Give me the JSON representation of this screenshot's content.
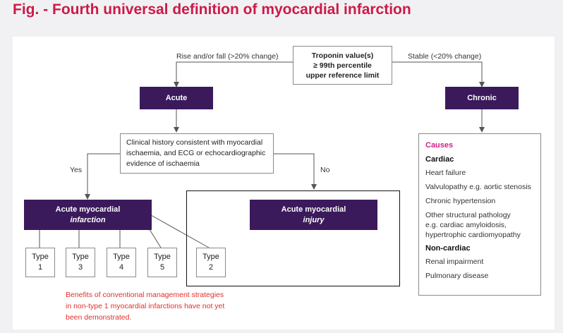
{
  "figure_title": "Fig. - Fourth universal definition of myocardial infarction",
  "troponin": {
    "line1": "Troponin value(s)",
    "line2": "≥ 99th percentile",
    "line3": "upper reference limit"
  },
  "branch_labels": {
    "rise_fall": "Rise and/or fall (>20% change)",
    "stable": "Stable (<20% change)",
    "yes": "Yes",
    "no": "No"
  },
  "acute": "Acute",
  "chronic": "Chronic",
  "clinical_history": "Clinical history consistent with myocardial ischaemia, and ECG or echocardiographic evidence of ischaemia",
  "ami": {
    "line1": "Acute myocardial",
    "line2": "infarction"
  },
  "injury": {
    "line1": "Acute myocardial",
    "line2": "injury"
  },
  "types": [
    {
      "word": "Type",
      "num": "1"
    },
    {
      "word": "Type",
      "num": "3"
    },
    {
      "word": "Type",
      "num": "4"
    },
    {
      "word": "Type",
      "num": "5"
    },
    {
      "word": "Type",
      "num": "2"
    }
  ],
  "note": "Benefits of conventional management strategies\nin non-type 1 myocardial infarctions have not yet\nbeen demonstrated.",
  "causes": {
    "heading": "Causes",
    "cardiac_label": "Cardiac",
    "cardiac_items": [
      "Heart failure",
      "Valvulopathy e.g. aortic stenosis",
      "Chronic hypertension",
      "Other structural pathology\ne.g. cardiac amyloidosis,\nhypertrophic cardiomyopathy"
    ],
    "noncardiac_label": "Non-cardiac",
    "noncardiac_items": [
      "Renal impairment",
      "Pulmonary disease"
    ]
  },
  "colors": {
    "title": "#cc1a4a",
    "purple_box": "#3b1a5c",
    "causes_heading": "#d0208c",
    "note_text": "#e0302a",
    "background": "#f1f1f3"
  }
}
